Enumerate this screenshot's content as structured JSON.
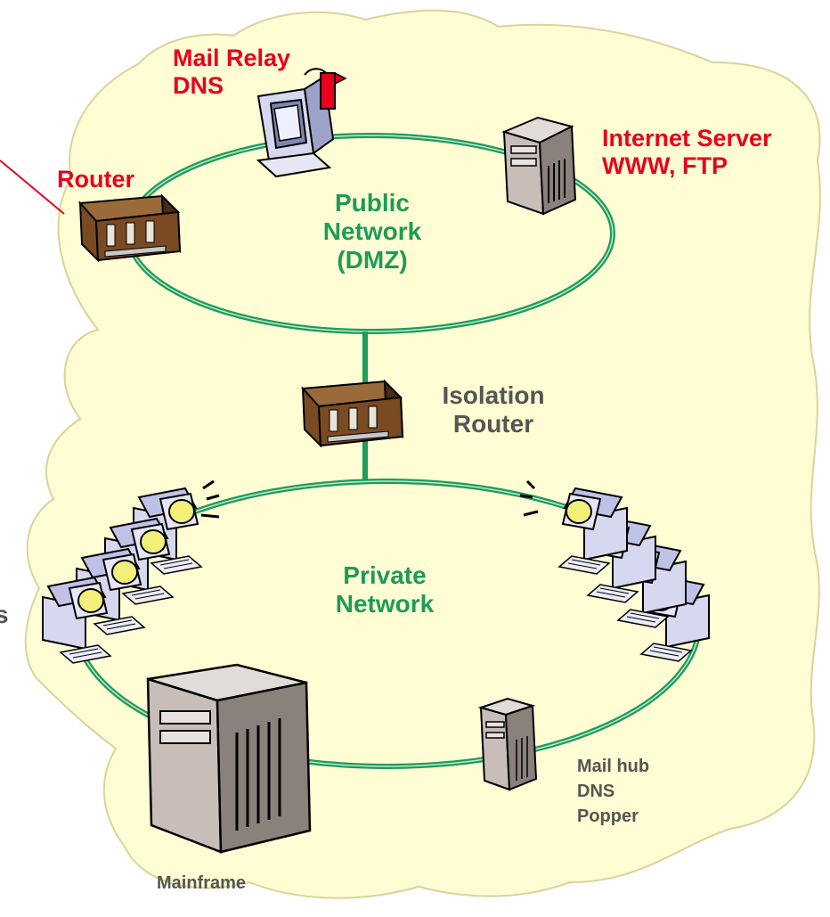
{
  "colors": {
    "background_blob": "#fffdd3",
    "ring": "#1e9a5a",
    "red_text": "#e8001c",
    "gray_text": "#555555",
    "router_body": "#7a4a22",
    "server_body": "#c8bdb8",
    "monitor_screen": "#f3f07a"
  },
  "labels": {
    "mail_relay": [
      "Mail Relay",
      "DNS"
    ],
    "router": "Router",
    "internet_server": [
      "Internet Server",
      "WWW, FTP"
    ],
    "public_network": [
      "Public",
      "Network",
      "(DMZ)"
    ],
    "isolation_router": [
      "Isolation",
      "Router"
    ],
    "private_network": [
      "Private",
      "Network"
    ],
    "mail_hub": [
      "Mail hub",
      "DNS",
      "Popper"
    ],
    "mainframe": "Mainframe",
    "left_edge_fragment": "s"
  },
  "icons": {
    "router": "router-icon",
    "isolation_router": "router-icon",
    "mail_relay": "desktop-mail-icon",
    "internet_server": "tower-server-icon",
    "mainframe": "mainframe-server-icon",
    "mail_hub": "small-server-icon",
    "workstations": "workstation-icon"
  }
}
